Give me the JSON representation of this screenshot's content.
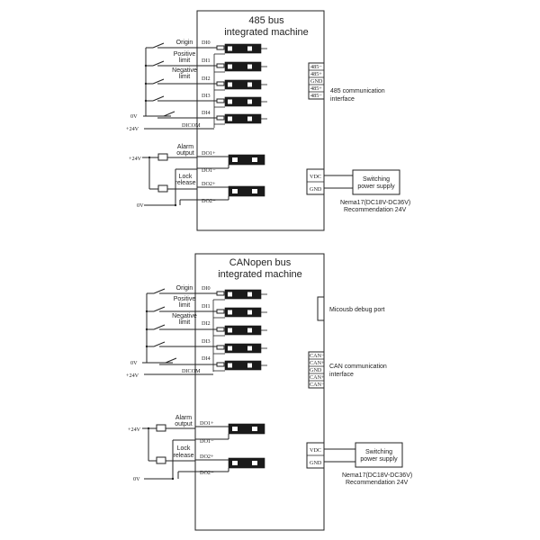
{
  "section485": {
    "title_line1": "485 bus",
    "title_line2": "integrated machine",
    "inputs": {
      "origin": "Origin",
      "pos1": "Positive",
      "pos2": "limit",
      "neg1": "Negative",
      "neg2": "limit",
      "di0": "DI0",
      "di1": "DI1",
      "di2": "DI2",
      "di3": "DI3",
      "di4": "DI4",
      "dicom": "DICOM",
      "zero_v": "0V",
      "plus24": "+24V"
    },
    "outputs": {
      "plus24": "+24V",
      "alarm1": "Alarm",
      "alarm2": "output",
      "lock1": "Lock",
      "lock2": "release",
      "do1p": "DO1+",
      "do1m": "DO1−",
      "do2p": "DO2+",
      "do2m": "DO2−",
      "zero_v": "0V"
    },
    "comm": {
      "pins": [
        "485−",
        "485+",
        "GND",
        "485+",
        "485−"
      ],
      "label1": "485 communication",
      "label2": "interface"
    },
    "power": {
      "vdc": "VDC",
      "gnd": "GND",
      "box1": "Switching",
      "box2": "power supply",
      "note1": "Nema17(DC18V-DC36V)",
      "note2": "Recommendation 24V"
    }
  },
  "sectionCan": {
    "title_line1": "CANopen bus",
    "title_line2": "integrated machine",
    "inputs": {
      "origin": "Origin",
      "pos1": "Positive",
      "pos2": "limit",
      "neg1": "Negative",
      "neg2": "limit",
      "di0": "DI0",
      "di1": "DI1",
      "di2": "DI2",
      "di3": "DI3",
      "di4": "DI4",
      "dicom": "DICOM",
      "zero_v": "0V",
      "plus24": "+24V"
    },
    "outputs": {
      "plus24": "+24V",
      "alarm1": "Alarm",
      "alarm2": "output",
      "lock1": "Lock",
      "lock2": "release",
      "do1p": "DO1+",
      "do1m": "DO1−",
      "do2p": "DO2+",
      "do2m": "DO2−",
      "zero_v": "0V"
    },
    "debug": {
      "label": "Micousb debug port"
    },
    "comm": {
      "pins": [
        "CAN−",
        "CAN+",
        "GND",
        "CAN+",
        "CAN−"
      ],
      "label1": "CAN communication",
      "label2": "interface"
    },
    "power": {
      "vdc": "VDC",
      "gnd": "GND",
      "box1": "Switching",
      "box2": "power supply",
      "note1": "Nema17(DC18V-DC36V)",
      "note2": "Recommendation 24V"
    }
  }
}
